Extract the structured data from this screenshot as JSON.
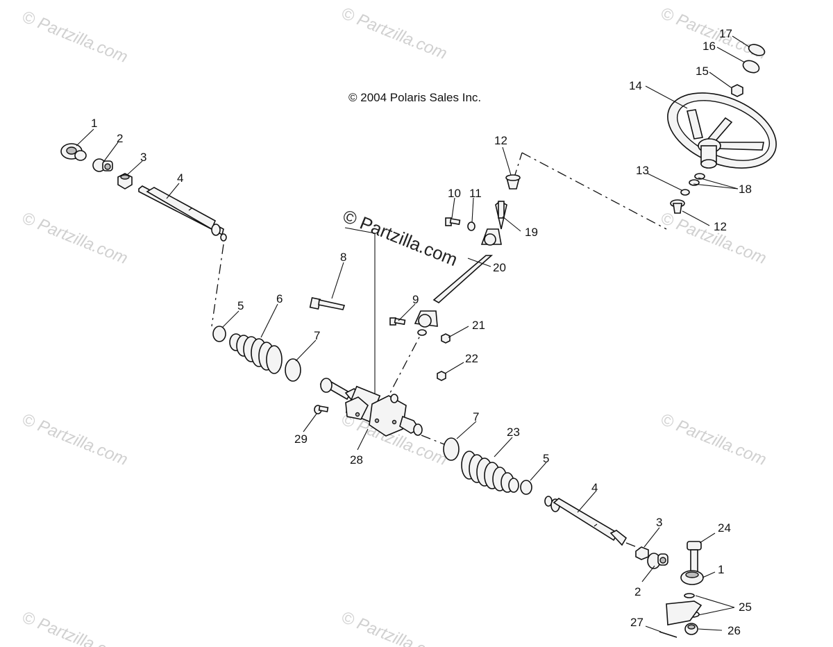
{
  "copyright": "© 2004 Polaris Sales Inc.",
  "watermark": "© Partzilla.com",
  "center_watermark": "© Partzilla.com",
  "callouts": [
    "1",
    "2",
    "3",
    "4",
    "5",
    "6",
    "7",
    "8",
    "9",
    "10",
    "11",
    "12",
    "13",
    "14",
    "15",
    "16",
    "17",
    "18",
    "19",
    "20",
    "21",
    "22",
    "23",
    "24",
    "25",
    "26",
    "27",
    "28",
    "29"
  ],
  "colors": {
    "line": "#111111",
    "watermark": "#d0d0d0",
    "background": "#ffffff"
  }
}
